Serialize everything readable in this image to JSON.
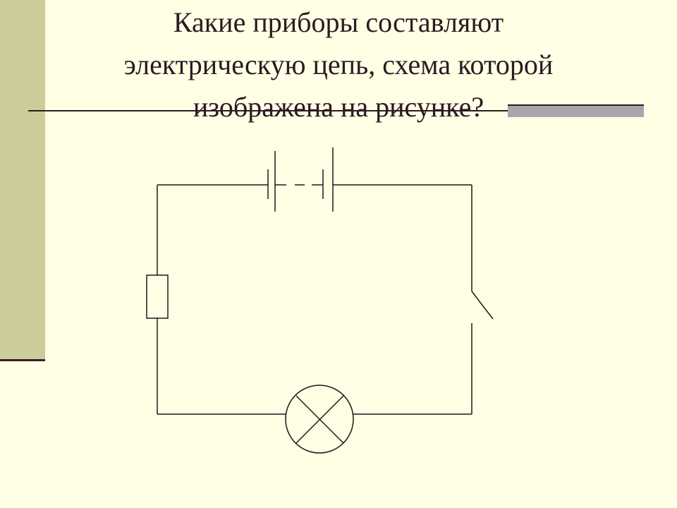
{
  "slide": {
    "title_lines": [
      "Какие приборы составляют",
      "электрическую цепь, схема которой",
      "изображена на рисунке?"
    ]
  },
  "diagram": {
    "components": [
      "battery",
      "resistor",
      "lamp",
      "switch"
    ],
    "switch_state": "open",
    "wire_color": "#1a1a1a",
    "background_color": "#ffffe5"
  }
}
